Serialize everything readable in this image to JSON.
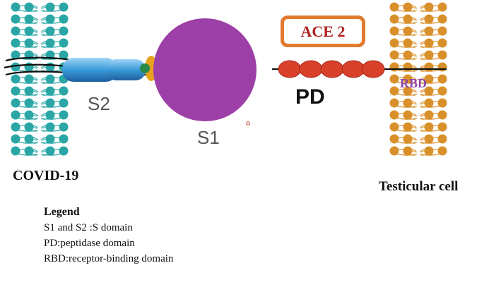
{
  "labels": {
    "s2": "S2",
    "s1": "S1",
    "pd": "PD",
    "ace2": "ACE 2",
    "rbd": "RBD",
    "covid": "COVID-19",
    "testicular": "Testicular cell"
  },
  "legend": {
    "title": "Legend",
    "items": [
      "S1 and S2 :S domain",
      "PD:peptidase domain",
      "RBD:receptor-binding domain"
    ]
  },
  "colors": {
    "virus_membrane": "#2aa6a6",
    "cell_membrane": "#d9902a",
    "s1_domain": "#9c3fa6",
    "s2_domain": "#3a9bd8",
    "pd_beads": "#d9402a",
    "ace2_border": "#e07b2e",
    "ace2_text": "#b02020",
    "rbd_text": "#8e44ad"
  }
}
